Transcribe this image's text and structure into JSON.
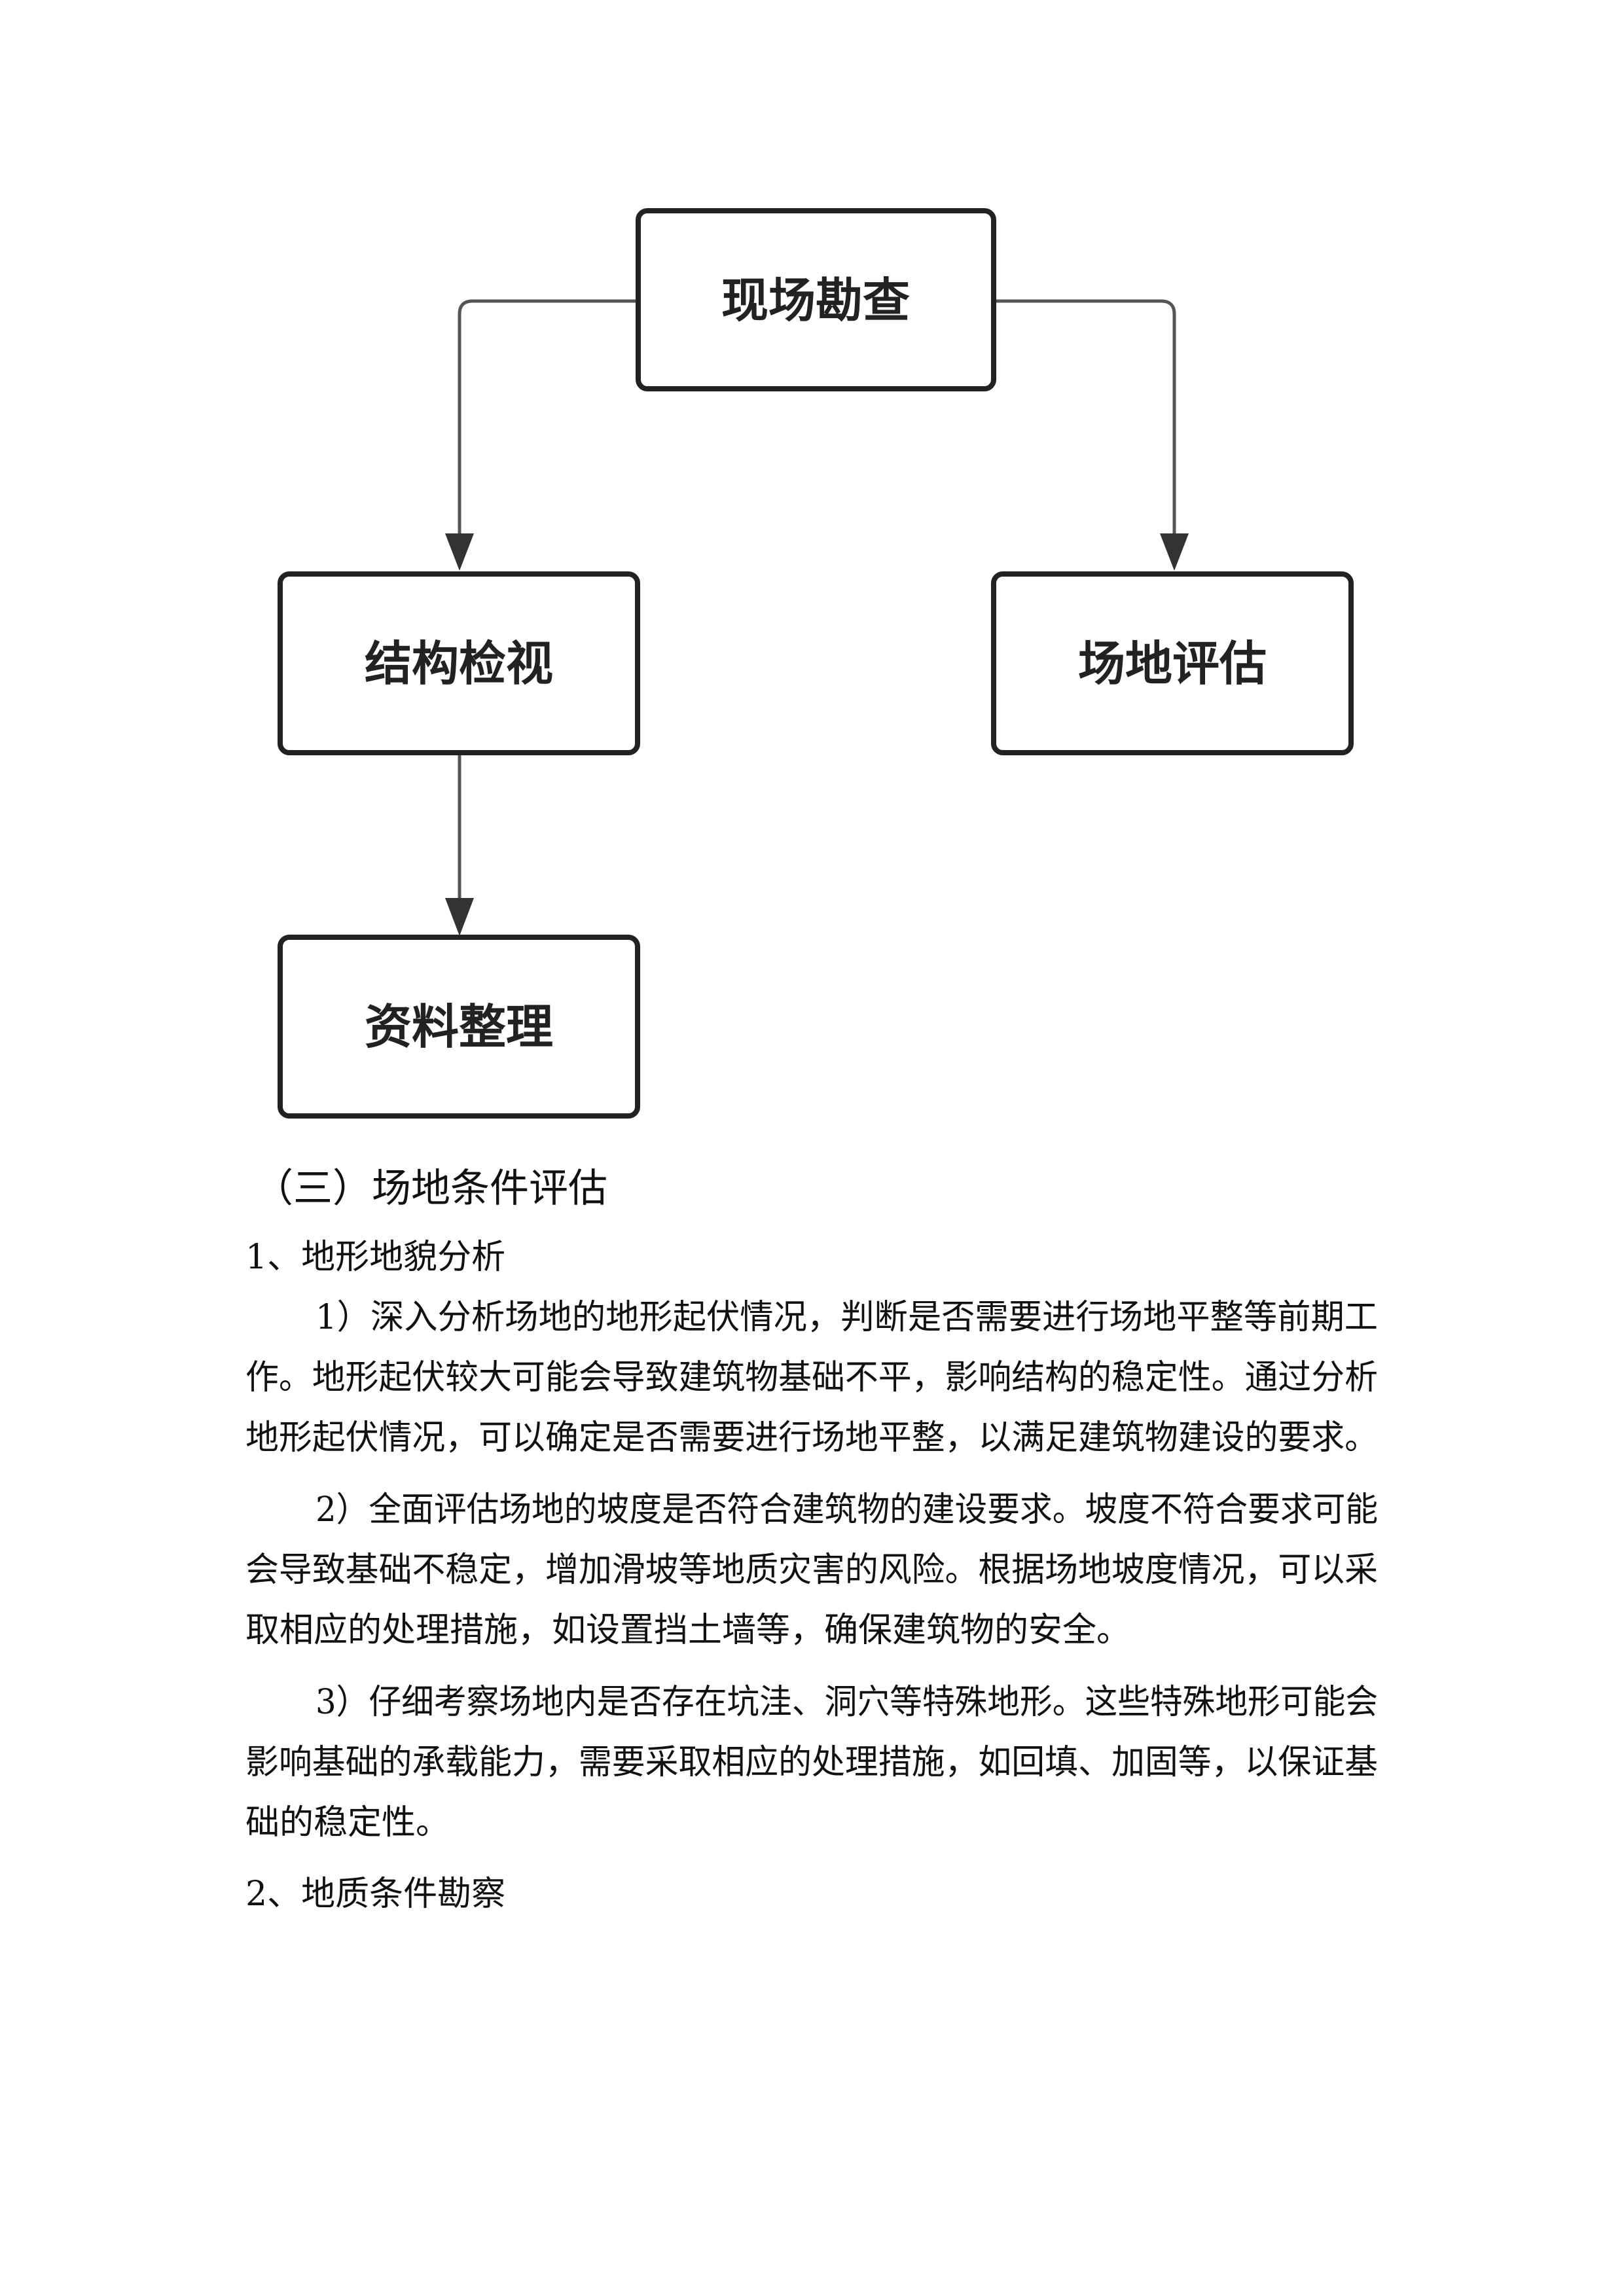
{
  "flowchart": {
    "nodes": {
      "site_survey": "现场勘查",
      "structure_inspection": "结构检视",
      "site_assessment": "场地评估",
      "data_organization": "资料整理"
    }
  },
  "document": {
    "section_title": "（三）场地条件评估",
    "sub1": "1、地形地貌分析",
    "p1": [
      "1）深入分析场地的地形起伏情况，判断是否需要进行场地平整等前期工",
      "作。地形起伏较大可能会导致建筑物基础不平，影响结构的稳定性。通过分析",
      "地形起伏情况，可以确定是否需要进行场地平整，以满足建筑物建设的要求。"
    ],
    "p2": [
      "2）全面评估场地的坡度是否符合建筑物的建设要求。坡度不符合要求可能",
      "会导致基础不稳定，增加滑坡等地质灾害的风险。根据场地坡度情况，可以采",
      "取相应的处理措施，如设置挡土墙等，确保建筑物的安全。"
    ],
    "p3": [
      "3）仔细考察场地内是否存在坑洼、洞穴等特殊地形。这些特殊地形可能会",
      "影响基础的承载能力，需要采取相应的处理措施，如回填、加固等，以保证基",
      "础的稳定性。"
    ],
    "sub2": "2、地质条件勘察"
  }
}
